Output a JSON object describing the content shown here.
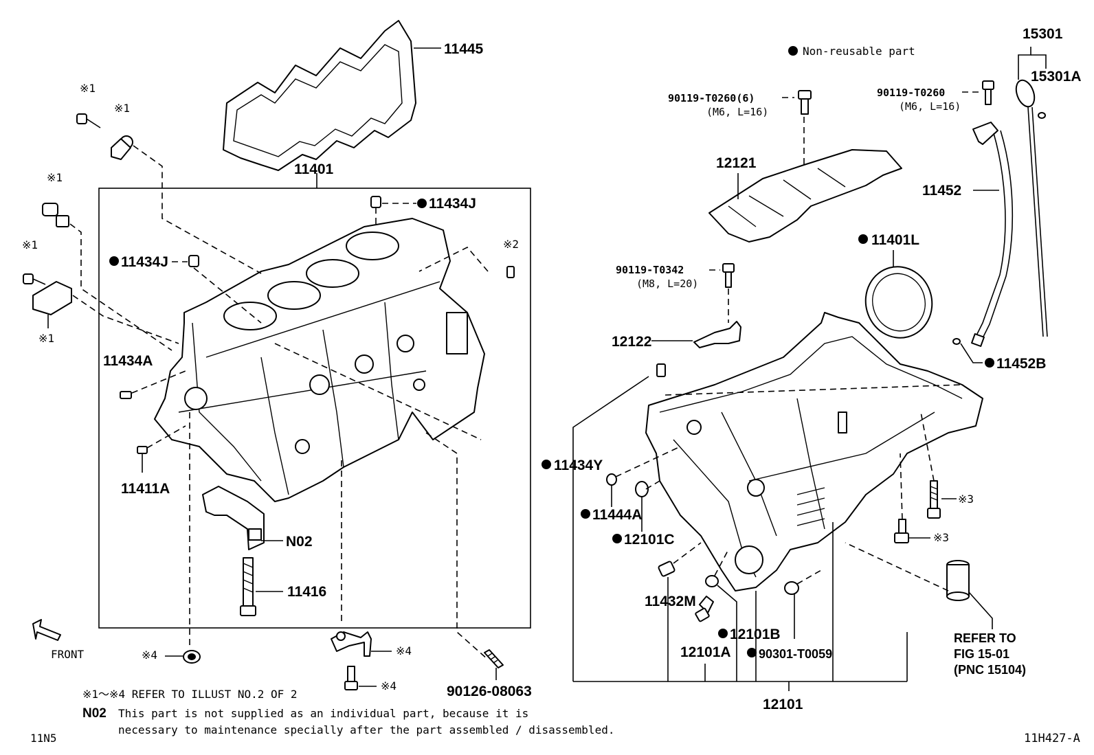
{
  "legend": {
    "non_reusable": "Non-reusable part"
  },
  "labels": {
    "p11445": "11445",
    "p11401": "11401",
    "p11434J_top": "11434J",
    "p11434J_left": "11434J",
    "p11434A": "11434A",
    "p11411A": "11411A",
    "pN02": "N02",
    "p11416": "11416",
    "p90126": "90126-08063",
    "front": "FRONT",
    "ref1a": "※1",
    "ref1b": "※1",
    "ref1c": "※1",
    "ref1d": "※1",
    "ref1e": "※1",
    "ref2": "※2",
    "ref4a": "※4",
    "ref4b": "※4",
    "ref4c": "※4",
    "p90119_T0260_6": "90119-T0260(6)",
    "p90119_T0260_6_spec": "(M6, L=16)",
    "p90119_T0260": "90119-T0260",
    "p90119_T0260_spec": "(M6, L=16)",
    "p15301": "15301",
    "p15301A": "15301A",
    "p12121": "12121",
    "p11452": "11452",
    "p11401L": "11401L",
    "p90119_T0342": "90119-T0342",
    "p90119_T0342_spec": "(M8, L=20)",
    "p12122": "12122",
    "p11452B": "11452B",
    "p11434Y": "11434Y",
    "p11444A": "11444A",
    "p12101C": "12101C",
    "p11432M": "11432M",
    "p12101B": "12101B",
    "p12101A": "12101A",
    "p90301": "90301-T0059",
    "p12101": "12101",
    "ref3a": "※3",
    "ref3b": "※3",
    "refer_to_1": "REFER TO",
    "refer_to_2": "FIG 15-01",
    "refer_to_3": "(PNC 15104)"
  },
  "notes": {
    "refer_line": "※1～※4 REFER TO ILLUST NO.2 OF 2",
    "n02_tag": "N02",
    "n02_line1": "This part is not supplied as an individual part, because it is",
    "n02_line2": "necessary to maintenance specially after the part assembled / disassembled."
  },
  "corner": {
    "bottom_left": "11N5",
    "bottom_right": "11H427-A"
  }
}
